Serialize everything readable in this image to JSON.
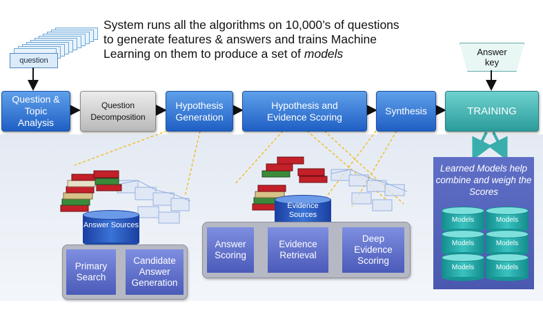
{
  "headline": {
    "line1": "System runs all the algorithms on 10,000’s of questions",
    "line2": "to generate features & answers and trains Machine",
    "line3_pre": "Learning on them to produce a set of ",
    "line3_em": "models"
  },
  "question_label": "question",
  "answer_key": "Answer key",
  "pipeline": {
    "question_topic": "Question & Topic Analysis",
    "question_decomposition": "Question Decomposition",
    "hypothesis_generation": "Hypothesis Generation",
    "hypothesis_evidence_scoring": "Hypothesis and Evidence  Scoring",
    "synthesis": "Synthesis",
    "training": "TRAINING"
  },
  "left_group": {
    "answer_sources": "Answer Sources",
    "primary_search": "Primary Search",
    "candidate_generation": "Candidate Answer Generation"
  },
  "middle_group": {
    "evidence_sources": "Evidence Sources",
    "answer_scoring": "Answer Scoring",
    "evidence_retrieval": "Evidence Retrieval",
    "deep_evidence_scoring": "Deep Evidence Scoring"
  },
  "models_panel": {
    "title": "Learned Models help combine and weigh the Scores",
    "models": [
      "Models",
      "Models",
      "Models",
      "Models",
      "Models",
      "Models"
    ]
  },
  "colors": {
    "pipeline_blue": "#2f6fd2",
    "decomposition_gray": "#c8c8c8",
    "training_teal": "#3aaeac",
    "connector_gold": "#f0c030"
  }
}
